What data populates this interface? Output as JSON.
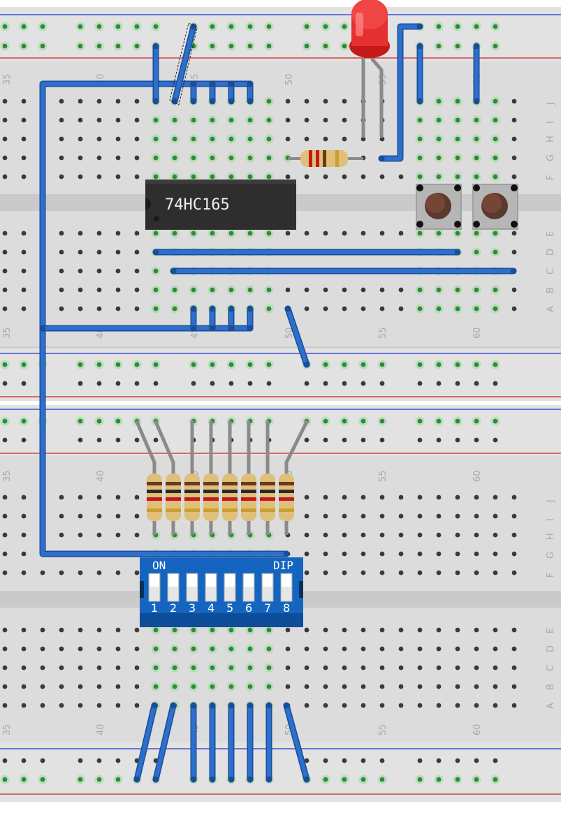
{
  "breadboard_1": {
    "column_numbers": [
      "35",
      "40",
      "45",
      "50",
      "55",
      "60"
    ],
    "row_letters_top": [
      "J",
      "I",
      "H",
      "G",
      "F"
    ],
    "row_letters_bottom": [
      "E",
      "D",
      "C",
      "B",
      "A"
    ]
  },
  "breadboard_2": {
    "column_numbers": [
      "35",
      "40",
      "45",
      "50",
      "55",
      "60"
    ],
    "row_letters_top": [
      "J",
      "I",
      "H",
      "G",
      "F"
    ],
    "row_letters_bottom": [
      "E",
      "D",
      "C",
      "B",
      "A"
    ]
  },
  "chip": {
    "label": "74HC165"
  },
  "dip_switch": {
    "on_label": "ON",
    "dip_label": "DIP",
    "switch_numbers": [
      "1",
      "2",
      "3",
      "4",
      "5",
      "6",
      "7",
      "8"
    ]
  },
  "components": {
    "led_color": "red",
    "pushbutton_count": 2,
    "resistor_count": 9
  },
  "colors": {
    "board": "#dcdcdc",
    "wire": "#2d6fcc",
    "rail_blue": "#2233cc",
    "rail_red": "#cc2222",
    "chip_body": "#2e2e2e",
    "dip_body": "#1565c0",
    "led": "#e82828"
  }
}
